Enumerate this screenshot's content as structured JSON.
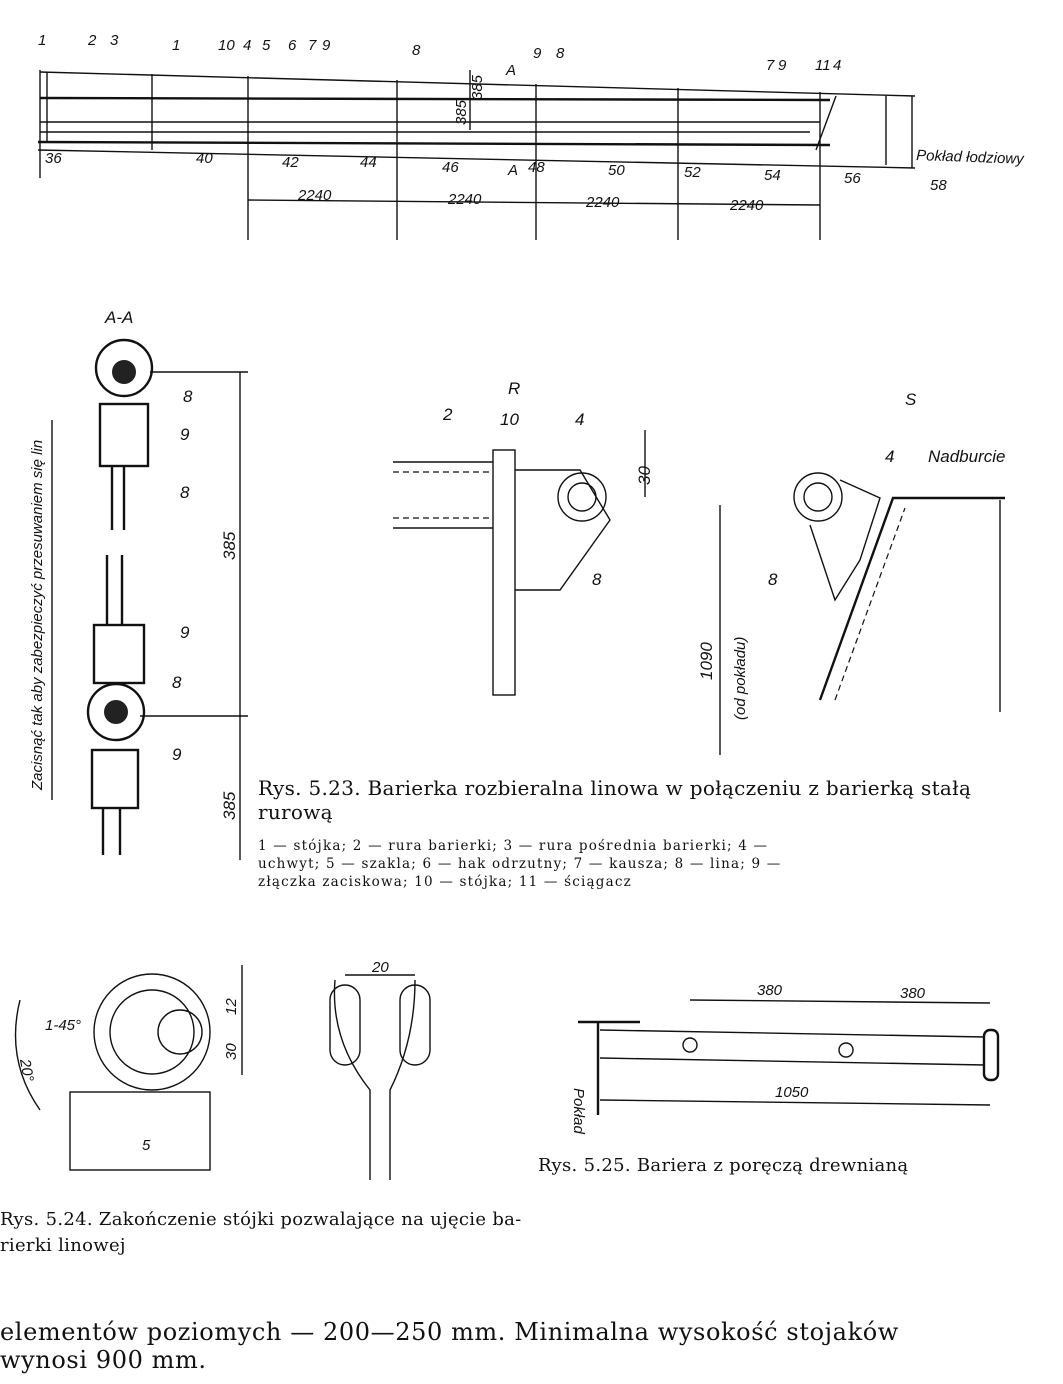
{
  "top_drawing": {
    "callouts": [
      "1",
      "2",
      "3",
      "1",
      "10",
      "4",
      "5",
      "6",
      "7",
      "9",
      "8",
      "A",
      "9",
      "8",
      "7",
      "9",
      "11",
      "4"
    ],
    "frames": [
      "36",
      "40",
      "42",
      "44",
      "46",
      "48",
      "50",
      "52",
      "54",
      "56",
      "58"
    ],
    "section_marks": [
      "A",
      "A"
    ],
    "vertical_dims": [
      "385",
      "385"
    ],
    "span_dims": [
      "2240",
      "2240",
      "2240",
      "2240"
    ],
    "deck_label": "Pokład łodziowy"
  },
  "section_aa": {
    "title": "A-A",
    "callouts": [
      "8",
      "9",
      "8",
      "9",
      "8",
      "9"
    ],
    "dims": [
      "385",
      "385"
    ],
    "note": "Zacisnąć tak aby zabezpieczyć przesuwaniem się lin"
  },
  "detail_r": {
    "title": "R",
    "callouts": [
      "2",
      "10",
      "4",
      "30",
      "8"
    ]
  },
  "detail_s": {
    "title": "S",
    "callouts": [
      "4",
      "Nadburcie",
      "8",
      "1090",
      "(od pokładu)"
    ]
  },
  "fig_523": {
    "caption": "Rys. 5.23. Barierka rozbieralna linowa w połączeniu z barierką stałą rurową",
    "legend_lines": [
      "1 — stójka; 2 — rura barierki; 3 — rura pośrednia barierki; 4 —",
      "uchwyt; 5 — szakla; 6 — hak odrzutny; 7 — kausza; 8 — lina; 9 —",
      "złączka zaciskowa; 10 — stójka; 11 — ściągacz"
    ]
  },
  "fig_524": {
    "callouts": [
      "1-45°",
      "12",
      "30",
      "20°",
      "5",
      "20"
    ],
    "caption_line1": "Rys. 5.24. Zakończenie stójki pozwalające na ujęcie ba-",
    "caption_line2": "rierki linowej"
  },
  "fig_525": {
    "callouts": [
      "380",
      "380",
      "1050",
      "Pokład"
    ],
    "caption": "Rys. 5.25. Bariera z poręczą drewnianą"
  },
  "body": {
    "line1": "elementów poziomych — 200—250 mm. Minimalna wysokość stojaków",
    "line2": "wynosi 900 mm."
  }
}
